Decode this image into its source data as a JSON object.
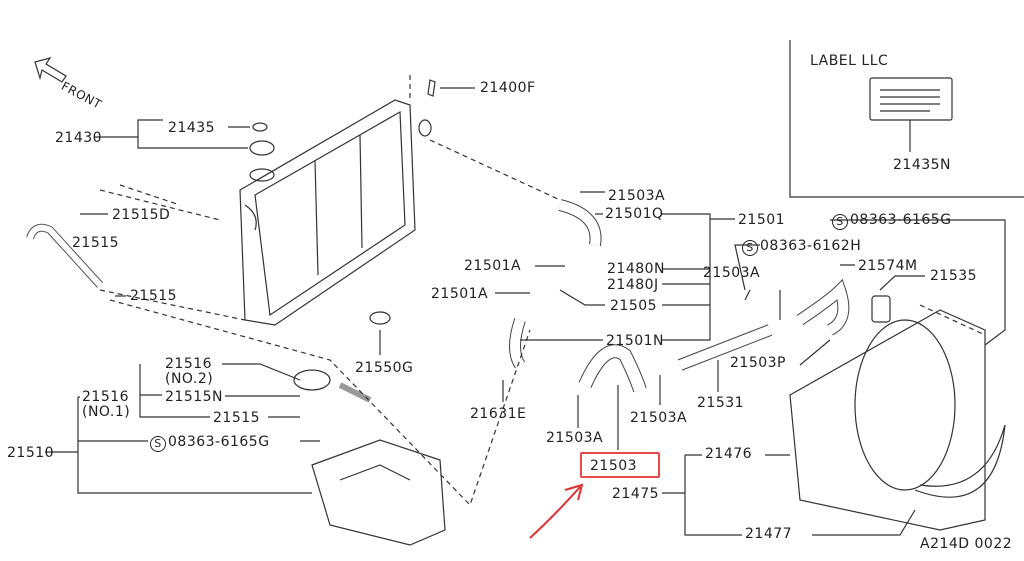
{
  "diagram": {
    "front_label": "FRONT",
    "ref_code": "A214D 0022",
    "label_box": {
      "title": "LABEL LLC",
      "part": "21435N"
    },
    "highlight_color": "#e84a4a",
    "highlighted_part": "21503",
    "parts": {
      "p21400F": "21400F",
      "p21435": "21435",
      "p21430": "21430",
      "p21515D": "21515D",
      "p21515_a": "21515",
      "p21515_b": "21515",
      "p21516_no2": "21516",
      "no2": "(NO.2)",
      "p21516_no1": "21516",
      "no1": "(NO.1)",
      "p21515N": "21515N",
      "p21515_c": "21515",
      "p21510": "21510",
      "bolt_a": "08363-6165G",
      "p21550G": "21550G",
      "p21503A_a": "21503A",
      "p21501Q": "21501Q",
      "p21501": "21501",
      "bolt_b": "08363-6165G",
      "bolt_c": "08363-6162H",
      "p21501A_a": "21501A",
      "p21480N": "21480N",
      "p21480J": "21480J",
      "p21501A_b": "21501A",
      "p21505": "21505",
      "p21503A_b": "21503A",
      "p21574M": "21574M",
      "p21535": "21535",
      "p21501N": "21501N",
      "p21503P": "21503P",
      "p21631E": "21631E",
      "p21531": "21531",
      "p21503A_c": "21503A",
      "p21503A_d": "21503A",
      "p21476": "21476",
      "p21475": "21475",
      "p21477": "21477"
    },
    "screw_symbol": "S"
  }
}
